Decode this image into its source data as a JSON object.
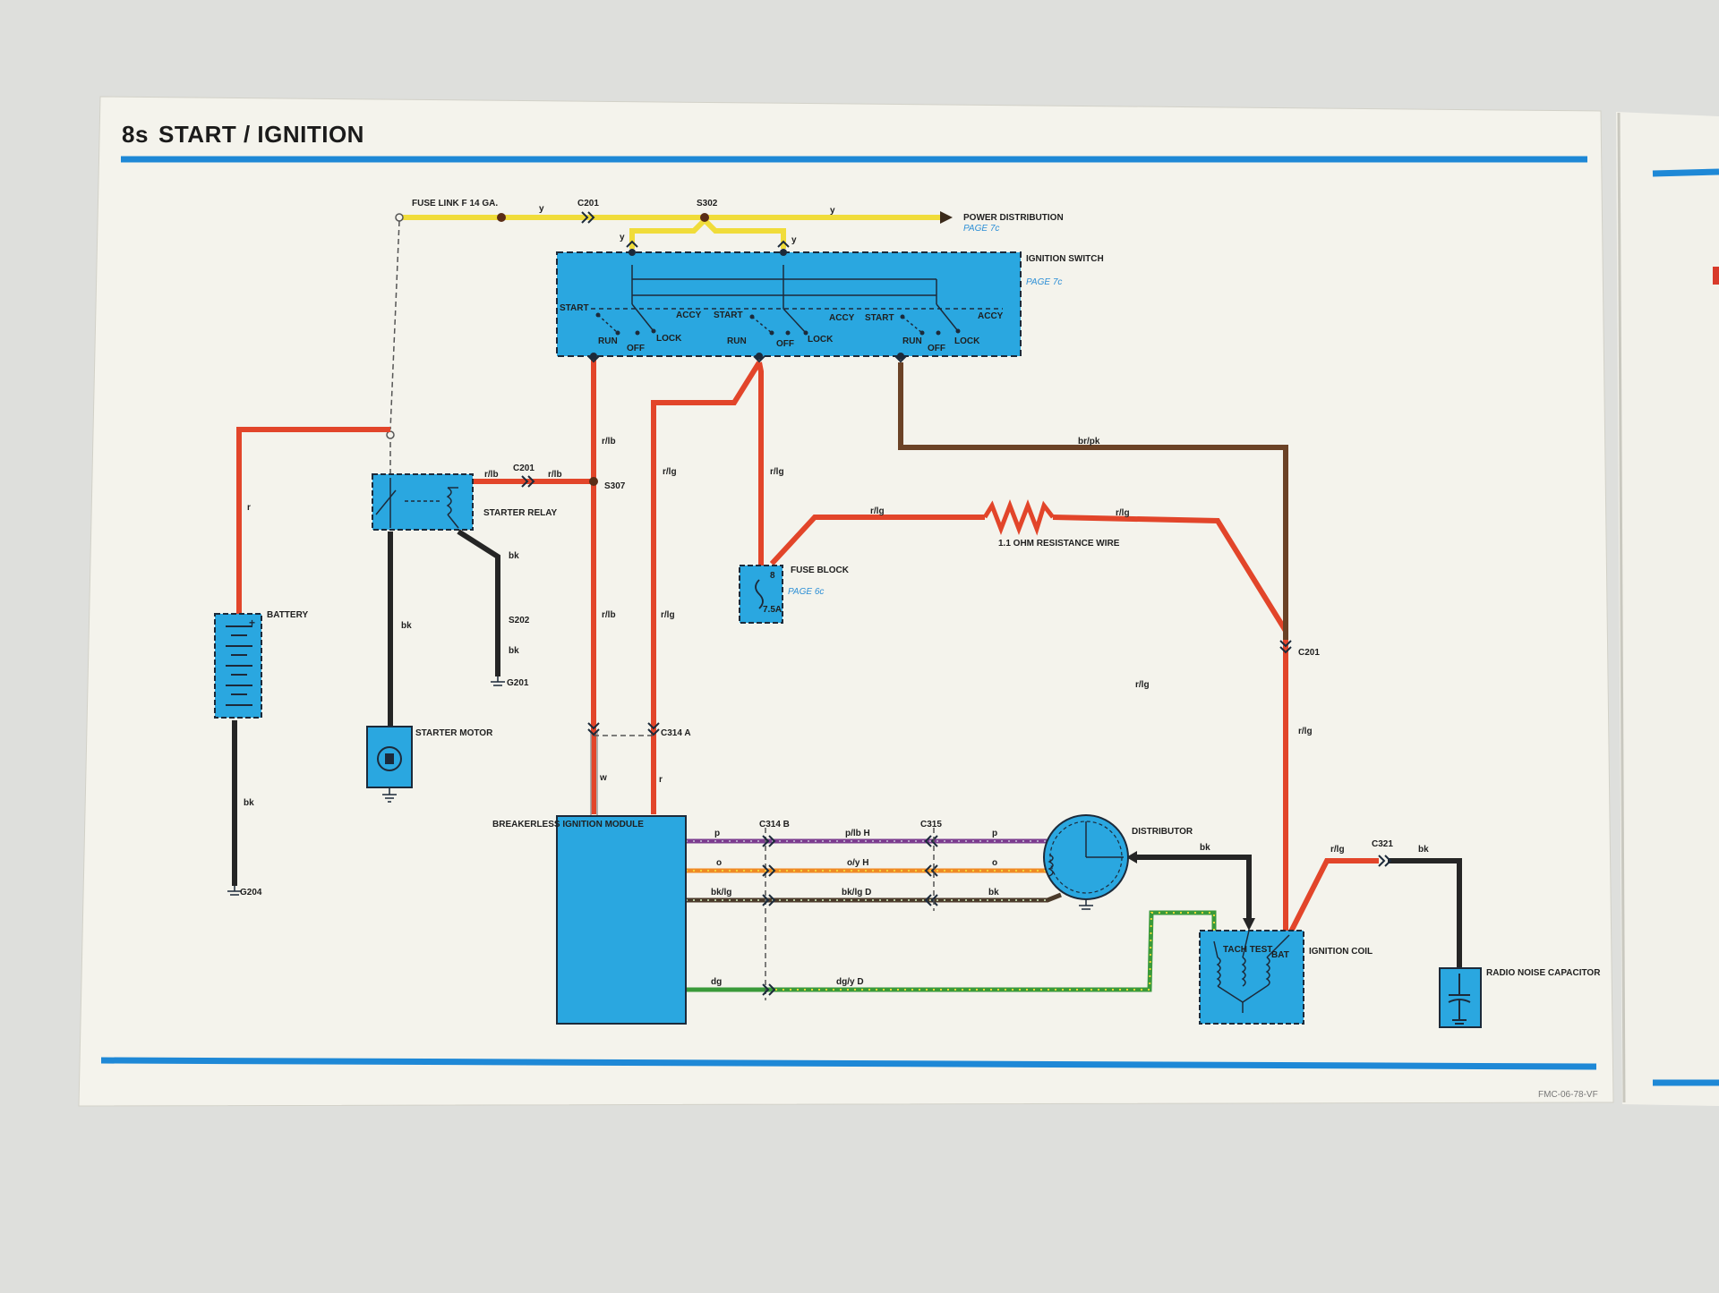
{
  "header": {
    "section": "8s",
    "title": "START / IGNITION"
  },
  "footer": {
    "code": "FMC-06-78-VF"
  },
  "colors": {
    "blue_rule": "#1e88d6",
    "component_blue": "#2aa7e0",
    "red": "#e2452a",
    "yellow": "#f0dc3a",
    "brown": "#6b4226",
    "purple": "#7c3d8f",
    "orange": "#ef8a25",
    "green": "#3a9a3a",
    "black": "#252525",
    "paper": "#f4f3ec"
  },
  "components": {
    "ignition_switch": {
      "name": "IGNITION SWITCH",
      "page": "PAGE 7c"
    },
    "switch_positions": {
      "start": "START",
      "run": "RUN",
      "off": "OFF",
      "lock": "LOCK",
      "accy": "ACCY"
    },
    "starter_relay": "STARTER RELAY",
    "battery": "BATTERY",
    "starter_motor": "STARTER MOTOR",
    "fuse_block": {
      "name": "FUSE BLOCK",
      "page": "PAGE 6c",
      "fuse": "8",
      "rating": "7.5A"
    },
    "resistance_wire": "1.1 OHM RESISTANCE WIRE",
    "ignition_module": "BREAKERLESS IGNITION MODULE",
    "distributor": "DISTRIBUTOR",
    "ignition_coil": {
      "name": "IGNITION COIL",
      "tach": "TACH TEST",
      "bat": "BAT"
    },
    "capacitor": "RADIO NOISE CAPACITOR",
    "power_distribution": {
      "name": "POWER DISTRIBUTION",
      "page": "PAGE 7c"
    },
    "fuse_link": "FUSE LINK F 14 GA."
  },
  "connectors": {
    "c201": "C201",
    "s302": "S302",
    "s307": "S307",
    "s202": "S202",
    "g201": "G201",
    "g204": "G204",
    "c314a": "C314 A",
    "c314b": "C314 B",
    "c315": "C315",
    "c321": "C321"
  },
  "wires": {
    "y": "y",
    "r": "r",
    "rlb": "r/lb",
    "rlg": "r/lg",
    "brpk": "br/pk",
    "bk": "bk",
    "w": "w",
    "p": "p",
    "plbh": "p/lb H",
    "o": "o",
    "oyh": "o/y H",
    "bklg": "bk/lg",
    "bklgd": "bk/lg D",
    "dg": "dg",
    "dgyd": "dg/y D"
  }
}
